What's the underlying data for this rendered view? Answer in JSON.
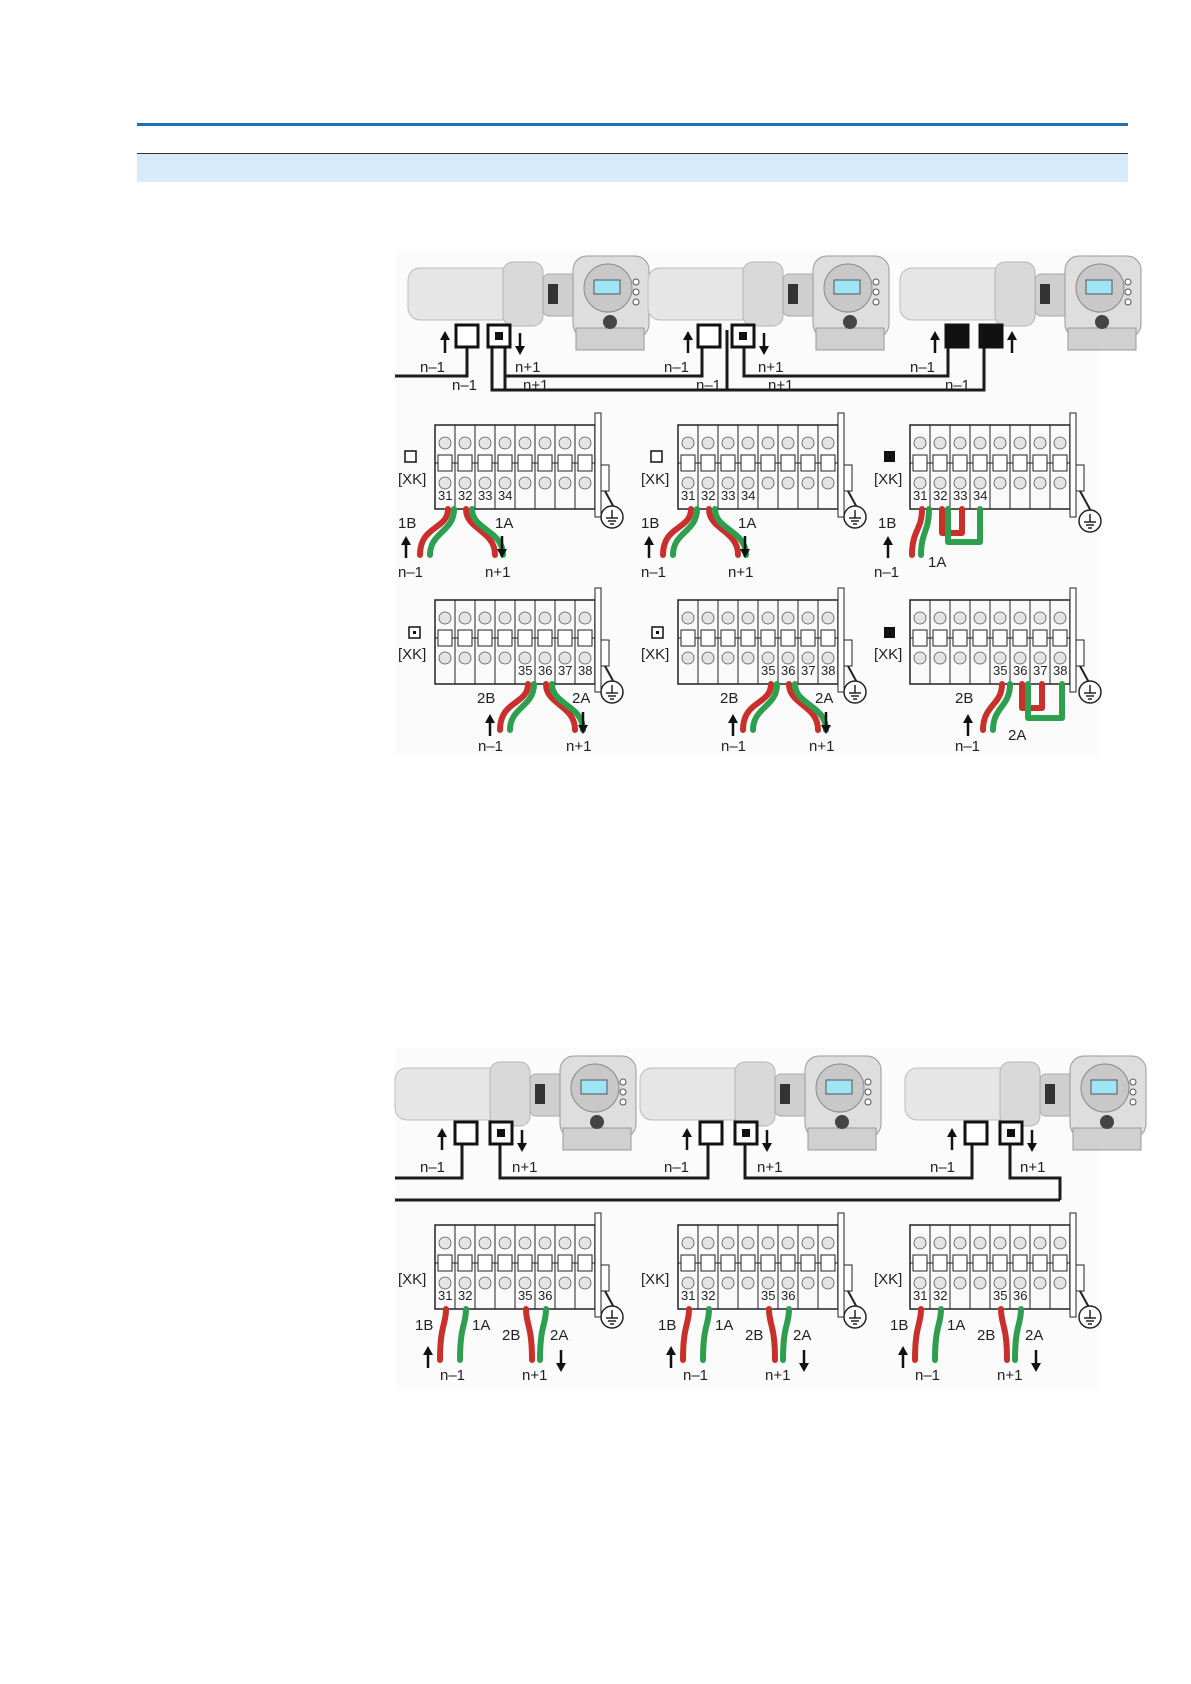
{
  "colors": {
    "accent": "#1f6fb2",
    "band": "#d7ebfa",
    "wire_red": "#c9302c",
    "wire_green": "#2e9e4f",
    "bus": "#1a1a1a"
  },
  "icons": [
    "actuator-illustration",
    "terminal-block",
    "ground-symbol",
    "arrow-up-icon",
    "arrow-down-icon",
    "open-square-icon",
    "dot-square-icon",
    "filled-square-icon"
  ],
  "labels": {
    "n_minus": "n–1",
    "n_plus": "n+1",
    "xk": "[XK]",
    "ch1b": "1B",
    "ch1a": "1A",
    "ch2b": "2B",
    "ch2a": "2A",
    "t31": "31",
    "t32": "32",
    "t33": "33",
    "t34": "34",
    "t35": "35",
    "t36": "36",
    "t37": "37",
    "t38": "38"
  }
}
